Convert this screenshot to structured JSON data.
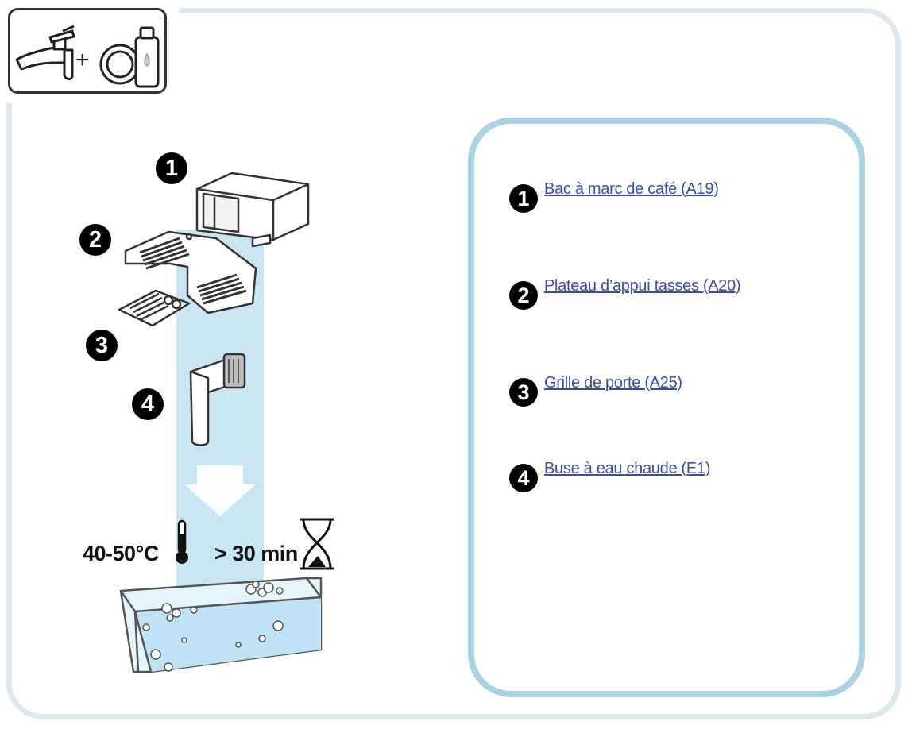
{
  "header": {
    "plus_sign": "+"
  },
  "scene": {
    "temperature": "40-50°C",
    "duration": "> 30 min"
  },
  "legend": {
    "items": [
      {
        "number": "1",
        "label": "Bac à marc de café (A19)"
      },
      {
        "number": "2",
        "label": "Plateau d’appui tasses (A20)"
      },
      {
        "number": "3",
        "label": "Grille de porte (A25)"
      },
      {
        "number": "4",
        "label": "Buse à eau chaude (E1)"
      }
    ]
  },
  "colors": {
    "frame": "#dbe9ec",
    "panel_border": "#a9d3e3",
    "water_column": "#bfe0ef",
    "link": "#3b4bb4",
    "badge": "#000000"
  }
}
